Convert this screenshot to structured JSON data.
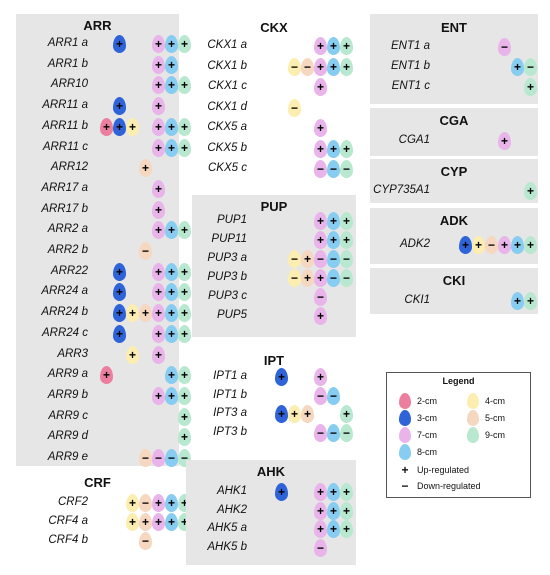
{
  "legend": {
    "title": "Legend",
    "stages": [
      {
        "key": "2cm",
        "label": "2-cm",
        "color": "#ec7fa0"
      },
      {
        "key": "4cm",
        "label": "4-cm",
        "color": "#fcedb0"
      },
      {
        "key": "3cm",
        "label": "3-cm",
        "color": "#2f63d8"
      },
      {
        "key": "5cm",
        "label": "5-cm",
        "color": "#f6d7c0"
      },
      {
        "key": "7cm",
        "label": "7-cm",
        "color": "#e8b4ea"
      },
      {
        "key": "9cm",
        "label": "9-cm",
        "color": "#b8e8cf"
      },
      {
        "key": "8cm",
        "label": "8-cm",
        "color": "#86cdf1"
      }
    ],
    "up_label": "Up-regulated",
    "down_label": "Down-regulated",
    "up_symbol": "+",
    "down_symbol": "−"
  },
  "columns": [
    "2cm",
    "3cm",
    "4cm",
    "5cm",
    "7cm",
    "8cm",
    "9cm"
  ],
  "panels": [
    {
      "id": "arr",
      "title": "ARR",
      "shaded": true,
      "genes": [
        {
          "name": "ARR1 a",
          "marks": {
            "3cm": "+",
            "7cm": "+",
            "8cm": "+",
            "9cm": "+"
          }
        },
        {
          "name": "ARR1 b",
          "marks": {
            "7cm": "+",
            "8cm": "+"
          }
        },
        {
          "name": "ARR10",
          "marks": {
            "7cm": "+",
            "8cm": "+",
            "9cm": "+"
          }
        },
        {
          "name": "ARR11 a",
          "marks": {
            "3cm": "+",
            "7cm": "+"
          }
        },
        {
          "name": "ARR11 b",
          "marks": {
            "2cm": "+",
            "3cm": "+",
            "4cm": "+",
            "7cm": "+",
            "8cm": "+",
            "9cm": "+"
          }
        },
        {
          "name": "ARR11 c",
          "marks": {
            "7cm": "+",
            "8cm": "+",
            "9cm": "+"
          }
        },
        {
          "name": "ARR12",
          "marks": {
            "5cm": "+"
          }
        },
        {
          "name": "ARR17 a",
          "marks": {
            "7cm": "+"
          }
        },
        {
          "name": "ARR17 b",
          "marks": {
            "7cm": "+"
          }
        },
        {
          "name": "ARR2 a",
          "marks": {
            "7cm": "+",
            "8cm": "+",
            "9cm": "+"
          }
        },
        {
          "name": "ARR2 b",
          "marks": {
            "5cm": "−"
          }
        },
        {
          "name": "ARR22",
          "marks": {
            "3cm": "+",
            "7cm": "+",
            "8cm": "+",
            "9cm": "+"
          }
        },
        {
          "name": "ARR24 a",
          "marks": {
            "3cm": "+",
            "7cm": "+",
            "8cm": "+",
            "9cm": "+"
          }
        },
        {
          "name": "ARR24 b",
          "marks": {
            "3cm": "+",
            "4cm": "+",
            "5cm": "+",
            "7cm": "+",
            "8cm": "+",
            "9cm": "+"
          }
        },
        {
          "name": "ARR24 c",
          "marks": {
            "3cm": "+",
            "7cm": "+",
            "8cm": "+",
            "9cm": "+"
          }
        },
        {
          "name": "ARR3",
          "marks": {
            "4cm": "+",
            "7cm": "+"
          }
        },
        {
          "name": "ARR9 a",
          "marks": {
            "2cm": "+",
            "8cm": "+",
            "9cm": "+"
          }
        },
        {
          "name": "ARR9 b",
          "marks": {
            "7cm": "+",
            "8cm": "+",
            "9cm": "+"
          }
        },
        {
          "name": "ARR9 c",
          "marks": {
            "9cm": "+"
          }
        },
        {
          "name": "ARR9 d",
          "marks": {
            "9cm": "+"
          }
        },
        {
          "name": "ARR9 e",
          "marks": {
            "5cm": "−",
            "7cm": "−",
            "8cm": "−",
            "9cm": "−"
          }
        }
      ]
    },
    {
      "id": "crf",
      "title": "CRF",
      "shaded": false,
      "genes": [
        {
          "name": "CRF2",
          "marks": {
            "4cm": "+",
            "5cm": "−",
            "7cm": "+",
            "8cm": "+",
            "9cm": "+"
          }
        },
        {
          "name": "CRF4 a",
          "marks": {
            "4cm": "+",
            "5cm": "+",
            "7cm": "+",
            "8cm": "+",
            "9cm": "+"
          }
        },
        {
          "name": "CRF4 b",
          "marks": {
            "5cm": "−"
          }
        }
      ]
    },
    {
      "id": "ckx",
      "title": "CKX",
      "shaded": false,
      "genes": [
        {
          "name": "CKX1 a",
          "marks": {
            "7cm": "+",
            "8cm": "+",
            "9cm": "+"
          }
        },
        {
          "name": "CKX1 b",
          "marks": {
            "4cm": "−",
            "5cm": "−",
            "7cm": "+",
            "8cm": "+",
            "9cm": "+"
          }
        },
        {
          "name": "CKX1 c",
          "marks": {
            "7cm": "+"
          }
        },
        {
          "name": "CKX1 d",
          "marks": {
            "4cm": "−"
          }
        },
        {
          "name": "CKX5 a",
          "marks": {
            "7cm": "+"
          }
        },
        {
          "name": "CKX5 b",
          "marks": {
            "7cm": "+",
            "8cm": "+",
            "9cm": "+"
          }
        },
        {
          "name": "CKX5 c",
          "marks": {
            "7cm": "−",
            "8cm": "−",
            "9cm": "−"
          }
        }
      ]
    },
    {
      "id": "pup",
      "title": "PUP",
      "shaded": true,
      "genes": [
        {
          "name": "PUP1",
          "marks": {
            "7cm": "+",
            "8cm": "+",
            "9cm": "+"
          }
        },
        {
          "name": "PUP11",
          "marks": {
            "7cm": "+",
            "8cm": "+",
            "9cm": "+"
          }
        },
        {
          "name": "PUP3 a",
          "marks": {
            "4cm": "−",
            "5cm": "+",
            "7cm": "−",
            "8cm": "−",
            "9cm": "−"
          }
        },
        {
          "name": "PUP3 b",
          "marks": {
            "4cm": "−",
            "5cm": "+",
            "7cm": "+",
            "8cm": "−",
            "9cm": "−"
          }
        },
        {
          "name": "PUP3 c",
          "marks": {
            "7cm": "−"
          }
        },
        {
          "name": "PUP5",
          "marks": {
            "7cm": "+"
          }
        }
      ]
    },
    {
      "id": "ipt",
      "title": "IPT",
      "shaded": false,
      "genes": [
        {
          "name": "IPT1 a",
          "marks": {
            "3cm": "+",
            "7cm": "+"
          }
        },
        {
          "name": "IPT1 b",
          "marks": {
            "7cm": "−",
            "8cm": "−"
          }
        },
        {
          "name": "IPT3 a",
          "marks": {
            "3cm": "+",
            "4cm": "+",
            "5cm": "+",
            "9cm": "+"
          }
        },
        {
          "name": "IPT3 b",
          "marks": {
            "7cm": "−",
            "8cm": "−",
            "9cm": "−"
          }
        }
      ]
    },
    {
      "id": "ahk",
      "title": "AHK",
      "shaded": true,
      "genes": [
        {
          "name": "AHK1",
          "marks": {
            "3cm": "+",
            "7cm": "+",
            "8cm": "+",
            "9cm": "+"
          }
        },
        {
          "name": "AHK2",
          "marks": {
            "7cm": "+",
            "8cm": "+",
            "9cm": "+"
          }
        },
        {
          "name": "AHK5 a",
          "marks": {
            "7cm": "+",
            "8cm": "+",
            "9cm": "+"
          }
        },
        {
          "name": "AHK5 b",
          "marks": {
            "7cm": "−"
          }
        }
      ]
    },
    {
      "id": "ent",
      "title": "ENT",
      "shaded": true,
      "genes": [
        {
          "name": "ENT1 a",
          "marks": {
            "7cm": "−"
          }
        },
        {
          "name": "ENT1 b",
          "marks": {
            "8cm": "+",
            "9cm": "−"
          }
        },
        {
          "name": "ENT1 c",
          "marks": {
            "9cm": "+"
          }
        }
      ]
    },
    {
      "id": "cga",
      "title": "CGA",
      "shaded": true,
      "genes": [
        {
          "name": "CGA1",
          "marks": {
            "7cm": "+"
          }
        }
      ]
    },
    {
      "id": "cyp",
      "title": "CYP",
      "shaded": true,
      "genes": [
        {
          "name": "CYP735A1",
          "marks": {
            "9cm": "+"
          }
        }
      ]
    },
    {
      "id": "adk",
      "title": "ADK",
      "shaded": true,
      "genes": [
        {
          "name": "ADK2",
          "marks": {
            "3cm": "+",
            "4cm": "+",
            "5cm": "−",
            "7cm": "+",
            "8cm": "+",
            "9cm": "+"
          }
        }
      ]
    },
    {
      "id": "cki",
      "title": "CKI",
      "shaded": true,
      "genes": [
        {
          "name": "CKI1",
          "marks": {
            "8cm": "+",
            "9cm": "+"
          }
        }
      ]
    }
  ]
}
